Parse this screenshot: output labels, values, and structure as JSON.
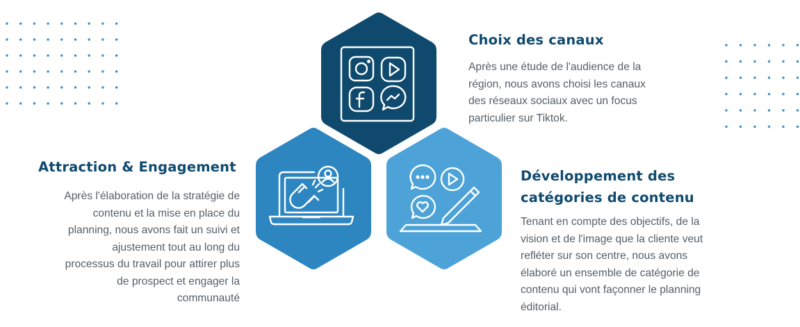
{
  "sections": {
    "channels": {
      "title": "Choix des canaux",
      "lines": [
        "Après une étude de l'audience de la",
        "région, nous avons choisi les canaux",
        "des réseaux sociaux avec un focus",
        "particulier sur Tiktok."
      ],
      "icon": "social-media-apps-icon",
      "color": "#0f4a6e"
    },
    "attraction": {
      "title": "Attraction & Engagement",
      "lines": [
        "Après l'élaboration de la stratégie de",
        "contenu et la mise en place du",
        "planning, nous avons fait un suivi et",
        "ajustement tout au long du",
        "processus du travail pour attirer plus",
        "de prospect et engager la",
        "communauté"
      ],
      "icon": "laptop-magnet-icon",
      "color": "#2e86c1"
    },
    "content": {
      "title_lines": [
        "Développement des",
        "catégories de contenu"
      ],
      "lines": [
        "Tenant en compte des objectifs, de la",
        "vision et de l'image que la cliente veut",
        "refléter sur son centre, nous avons",
        "élaboré un ensemble de catégorie de",
        "contenu qui vont façonner le planning",
        "éditorial."
      ],
      "icon": "content-creation-icon",
      "color": "#4da3d8"
    }
  },
  "accent_dot_color": "#3a8fc8"
}
